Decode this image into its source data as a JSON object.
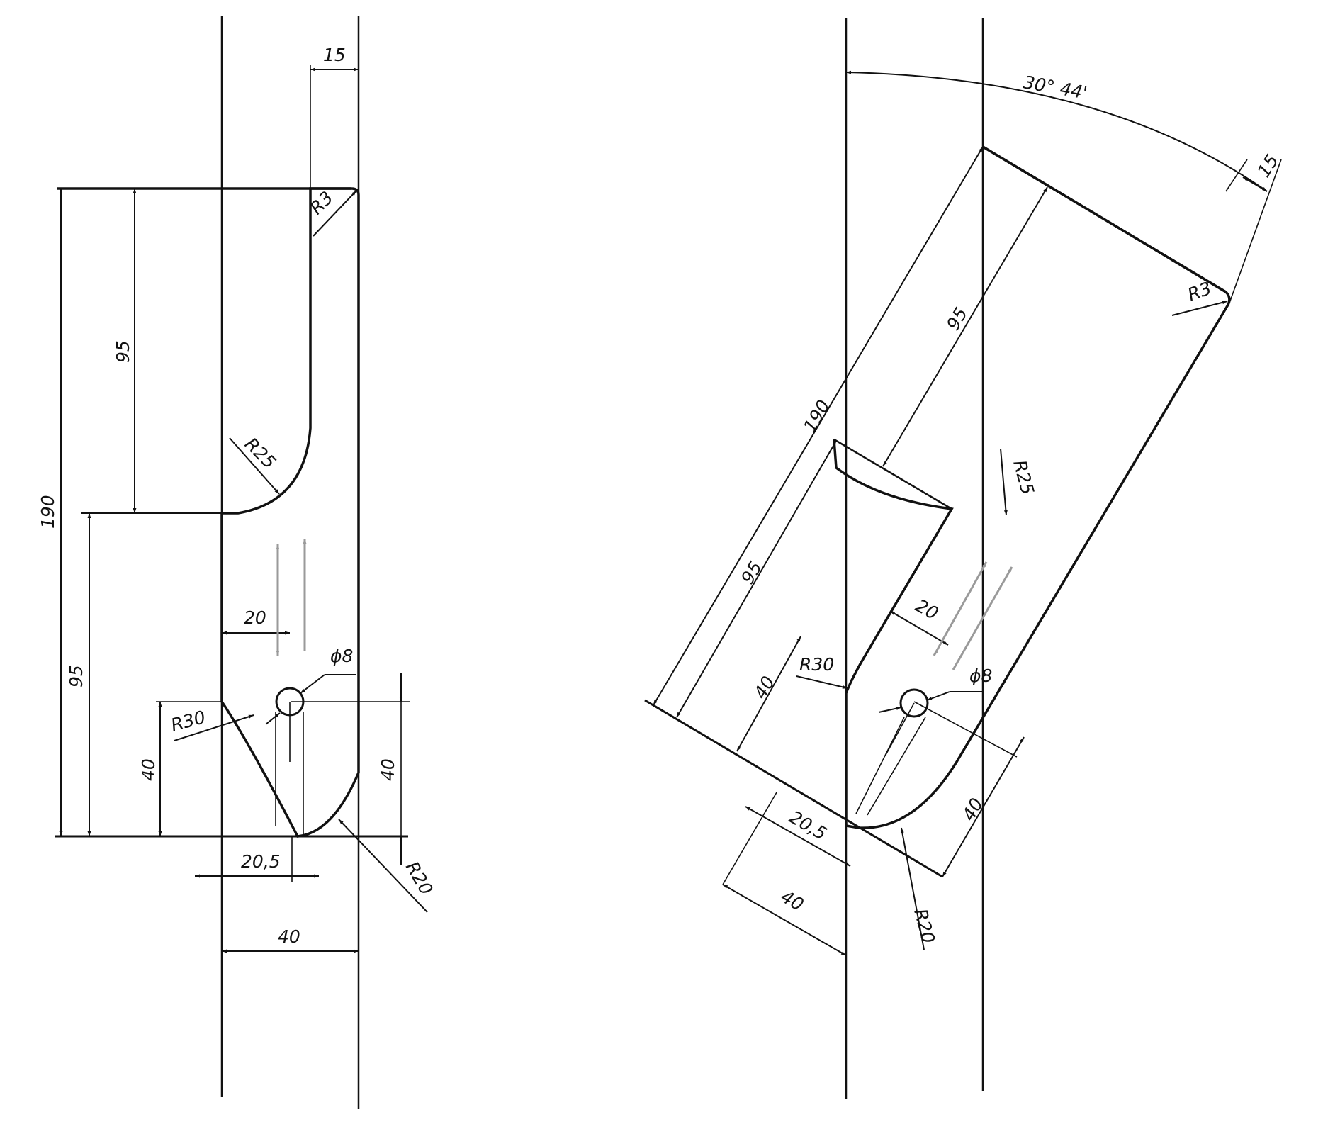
{
  "colors": {
    "ink": "#111111",
    "gray": "#9a9a9a",
    "background": "#ffffff"
  },
  "left_view": {
    "width": "40",
    "slot_width": "15",
    "total_height": "190",
    "upper_height": "95",
    "lower_height": "95",
    "hole_height": "40",
    "hole_height_right": "40",
    "corner_radius": "R3",
    "inner_radius": "R25",
    "notch_radius": "R30",
    "bottom_radius": "R20",
    "hole_offset": "20",
    "hole_x": "20,5",
    "hole_diameter": "ϕ8"
  },
  "right_view": {
    "angle": "30° 44'",
    "width_tip": "15",
    "total_length": "190",
    "upper_length": "95",
    "lower_length": "95",
    "hole_length": "40",
    "hole_length_right": "40",
    "width": "40",
    "hole_x": "20,5",
    "corner_radius": "R3",
    "inner_radius": "R25",
    "notch_radius": "R30",
    "bottom_radius": "R20",
    "hole_offset": "20",
    "hole_diameter": "ϕ8"
  }
}
